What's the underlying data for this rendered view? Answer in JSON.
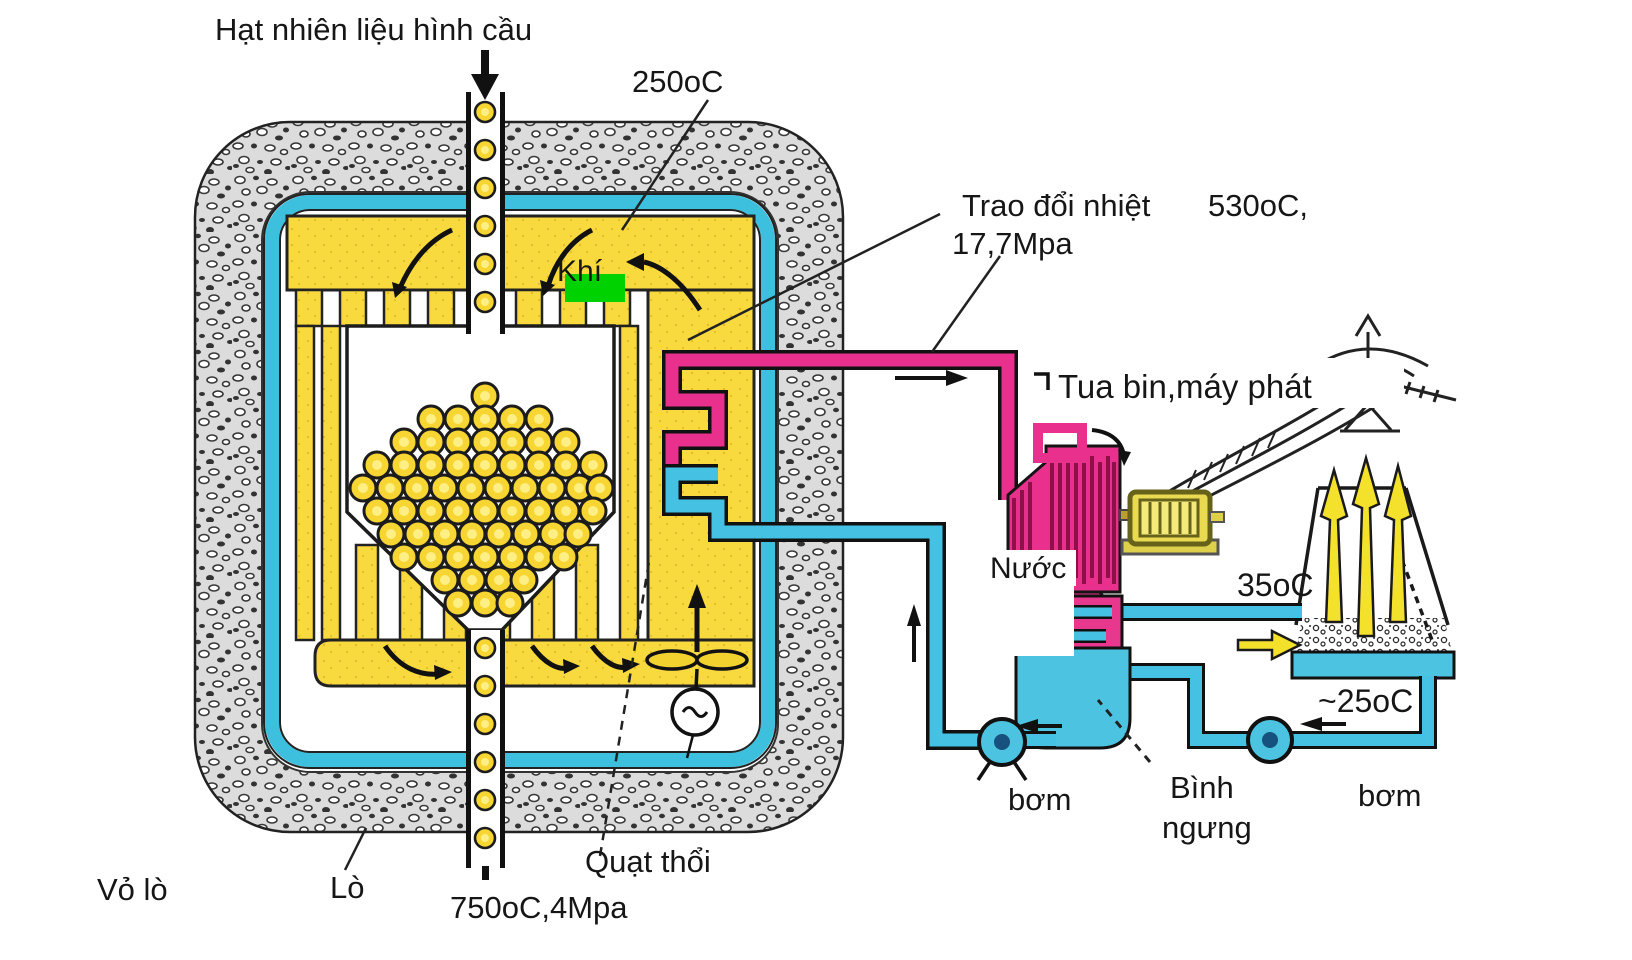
{
  "title": "Sơ đồ lò phản ứng hạt nhân dùng nhiên liệu hình cầu",
  "labels": {
    "fuel_feed": "Hạt nhiên liệu hình cầu",
    "temp_reactor_top": "250oC",
    "gas": "Khí",
    "heat_exchange": "Trao đổi nhiệt",
    "steam_temp": "530oC,",
    "steam_pressure": "17,7Mpa",
    "turbine_generator": "Tua bin,máy phát",
    "water": "Nước",
    "cooling_out_temp": "35oC",
    "cooling_return_temp": "~25oC",
    "pump_left": "bơm",
    "pump_right": "bơm",
    "condenser_line1": "Bình",
    "condenser_line2": "ngưng",
    "vessel_shell": "Vỏ lò",
    "reactor": "Lò",
    "blower": "Quạt thổi",
    "outlet_temp": "750oC,4Mpa"
  },
  "colors": {
    "hot_loop_pink": "#e8308c",
    "cold_loop_cyan": "#45c2e3",
    "fuel_yellow": "#f8d93e",
    "highlight_green": "#00d200",
    "concrete_gray": "#dedede",
    "generator_yellow": "#e9da52"
  }
}
